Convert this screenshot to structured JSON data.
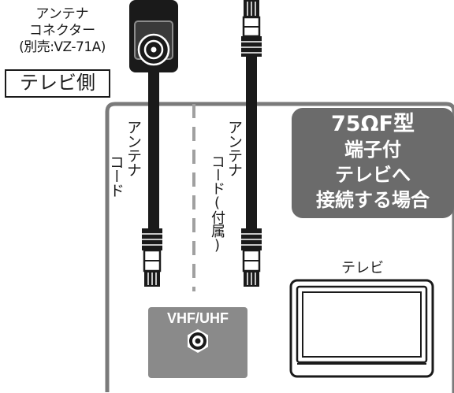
{
  "connector_label": {
    "line1": "アンテナ",
    "line2": "コネクター",
    "line3": "(別売:VZ-71A)"
  },
  "tv_side_label": "テレビ側",
  "cable_left_label": {
    "col1": "アンテナ",
    "col2": "コード"
  },
  "cable_right_label": {
    "col1": "アンテナ",
    "col2": "コード(付属)"
  },
  "callout": {
    "line1": "75ΩF型",
    "line2": "端子付",
    "line3": "テレビへ",
    "line4": "接続する場合"
  },
  "vhf_uhf_label": "VHF/UHF",
  "tv_label": "テレビ",
  "colors": {
    "panel_border": "#7a7a7a",
    "callout_bg": "#6b6b6b",
    "vhf_panel_bg": "#8a8a8a",
    "divider": "#a0a0a0",
    "cable": "#1a1a1a"
  }
}
